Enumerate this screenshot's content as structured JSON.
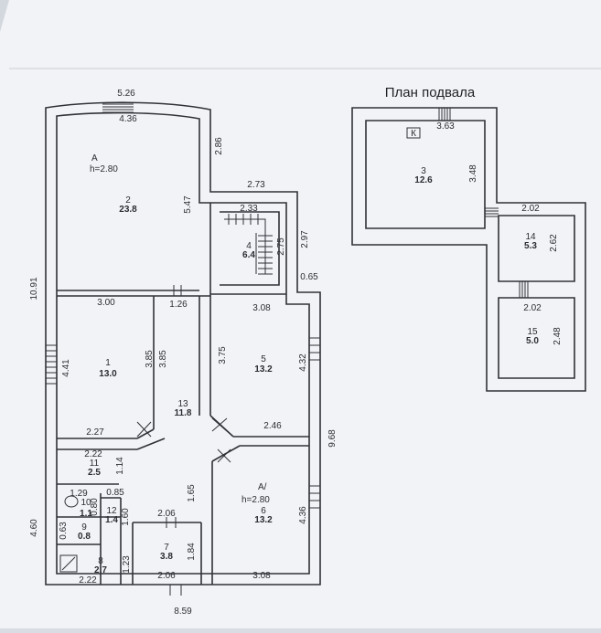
{
  "basement_title": "План подвала",
  "ground_floor": {
    "wings": [
      {
        "letter": "А",
        "height": "h=2.80"
      },
      {
        "letter": "А/",
        "height": "h=2.80"
      }
    ],
    "rooms": [
      {
        "no": "1",
        "area": "13.0"
      },
      {
        "no": "2",
        "area": "23.8"
      },
      {
        "no": "4",
        "area": "6.4"
      },
      {
        "no": "5",
        "area": "13.2"
      },
      {
        "no": "6",
        "area": "13.2"
      },
      {
        "no": "7",
        "area": "3.8"
      },
      {
        "no": "8",
        "area": "2.7"
      },
      {
        "no": "9",
        "area": "0.8"
      },
      {
        "no": "10",
        "area": "1.1"
      },
      {
        "no": "11",
        "area": "2.5"
      },
      {
        "no": "12",
        "area": "1.4"
      },
      {
        "no": "13",
        "area": "11.8"
      }
    ],
    "dimensions": [
      "5.26",
      "4.36",
      "2.86",
      "5.47",
      "2.73",
      "2.33",
      "2.75",
      "2.97",
      "0.65",
      "10.91",
      "3.00",
      "1.26",
      "3.08",
      "4.41",
      "3.85",
      "3.85",
      "3.75",
      "4.32",
      "2.27",
      "2.46",
      "9.68",
      "2.22",
      "1.14",
      "0.85",
      "1.29",
      "0.80",
      "1.60",
      "1.65",
      "2.06",
      "4.36",
      "0.63",
      "1.84",
      "1.23",
      "2.22",
      "2.06",
      "3.08",
      "4.60",
      "8.59"
    ]
  },
  "basement": {
    "marker": "К",
    "rooms": [
      {
        "no": "3",
        "area": "12.6"
      },
      {
        "no": "14",
        "area": "5.3"
      },
      {
        "no": "15",
        "area": "5.0"
      }
    ],
    "dimensions": [
      "3.63",
      "3.48",
      "2.02",
      "2.62",
      "2.02",
      "2.48"
    ]
  }
}
